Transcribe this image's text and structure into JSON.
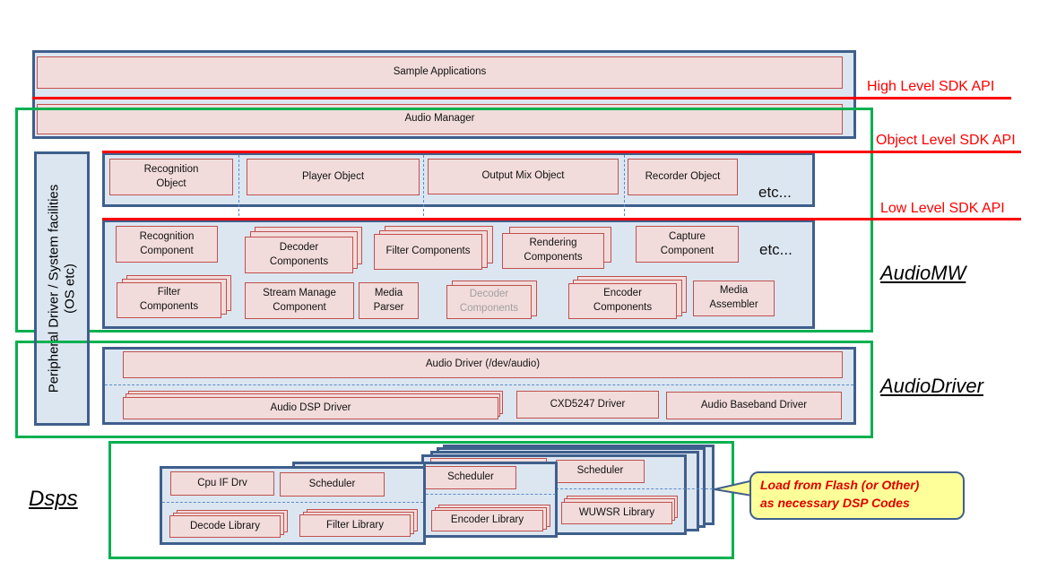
{
  "api_levels": {
    "high": "High Level SDK API",
    "object": "Object Level SDK API",
    "low": "Low Level SDK API"
  },
  "sections": {
    "audio_mw": "AudioMW",
    "audio_driver": "AudioDriver",
    "dsps": "Dsps"
  },
  "top_layer": {
    "sample_applications": "Sample Applications",
    "audio_manager": "Audio Manager"
  },
  "peripheral": {
    "line1": "Peripheral Driver / System facilities",
    "line2": "(OS etc)"
  },
  "objects": {
    "items": [
      "Recognition\nObject",
      "Player Object",
      "Output Mix Object",
      "Recorder Object"
    ],
    "etc": "etc..."
  },
  "components": {
    "recognition": "Recognition\nComponent",
    "decoder": "Decoder\nComponents",
    "filter_top": "Filter Components",
    "rendering": "Rendering\nComponents",
    "capture": "Capture\nComponent",
    "filter_bottom": "Filter\nComponents",
    "stream_manage": "Stream Manage\nComponent",
    "media_parser": "Media\nParser",
    "decoder_faded": "Decoder\nComponents",
    "encoder": "Encoder\nComponents",
    "media_assembler": "Media\nAssembler",
    "etc": "etc..."
  },
  "driver": {
    "audio_driver": "Audio Driver (/dev/audio)",
    "audio_dsp_driver": "Audio DSP Driver",
    "cxd5247_driver": "CXD5247 Driver",
    "audio_baseband_driver": "Audio Baseband Driver"
  },
  "dsp": {
    "cpu_if_drv": "Cpu IF Drv",
    "scheduler_1": "Scheduler",
    "decode_library": "Decode Library",
    "filter_library": "Filter Library",
    "scheduler_2": "Scheduler",
    "encoder_library": "Encoder Library",
    "scheduler_3": "Scheduler",
    "wuwsr_library": "WUWSR Library"
  },
  "callout": {
    "line1": "Load from Flash (or Other)",
    "line2": "as necessary DSP Codes"
  },
  "colors": {
    "layer_fill": "#dce6f1",
    "layer_border": "#3f5f8c",
    "box_fill": "#f2dcdb",
    "box_border": "#c0504d",
    "api_line": "#ff0000",
    "group_border": "#00b050",
    "callout_fill": "#ffff99"
  }
}
